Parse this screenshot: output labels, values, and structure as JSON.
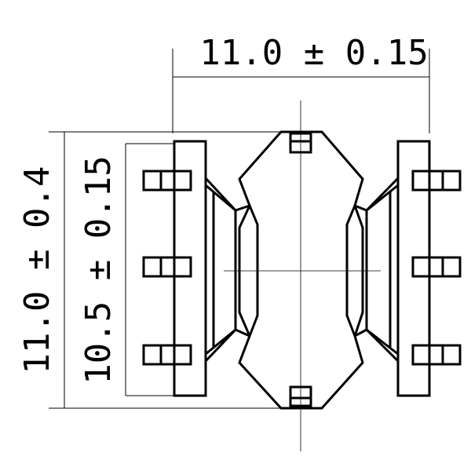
{
  "dimensions": {
    "overall_width": "11.0 ± 0.15",
    "overall_height": "11.0 ± 0.4",
    "inner_height": "10.5 ± 0.15"
  },
  "colors": {
    "line": "#000000",
    "background": "#ffffff"
  }
}
